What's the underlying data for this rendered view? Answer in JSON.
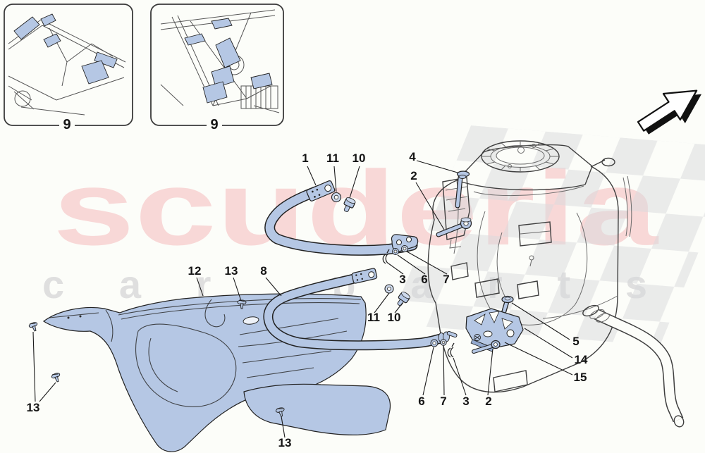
{
  "watermark": {
    "primary": "scuderia",
    "secondary": "car parts"
  },
  "insets": {
    "left_label": "9",
    "right_label": "9"
  },
  "callouts": {
    "labels": [
      "1",
      "11",
      "10",
      "4",
      "2",
      "12",
      "13",
      "8",
      "3",
      "6",
      "7",
      "11",
      "10",
      "5",
      "14",
      "15",
      "13",
      "6",
      "7",
      "3",
      "2",
      "13"
    ]
  },
  "colors": {
    "background": "#fcfdf9",
    "highlight": "#b5c7e4",
    "outline": "#222222",
    "tank_line": "#3f3f3f",
    "watermark_primary": "#f8d2d2",
    "watermark_secondary": "#dedede",
    "checker": "#d9dadd",
    "label": "#141414"
  }
}
